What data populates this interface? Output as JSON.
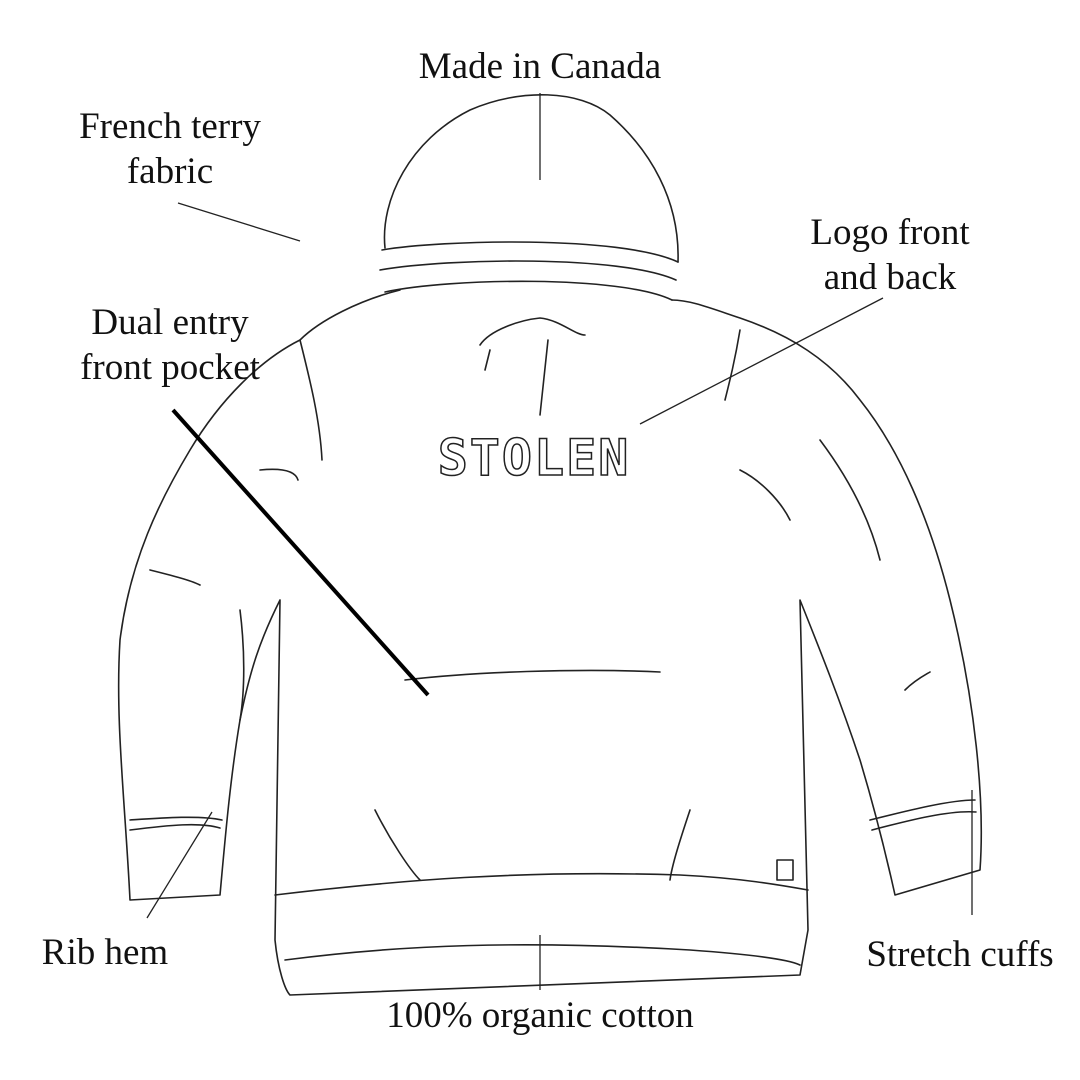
{
  "labels": {
    "made_in": "Made in Canada",
    "fabric_line1": "French terry",
    "fabric_line2": "fabric",
    "logo_line1": "Logo front",
    "logo_line2": "and back",
    "pocket_line1": "Dual entry",
    "pocket_line2": "front pocket",
    "hem": "Rib hem",
    "cuffs": "Stretch cuffs",
    "material": "100% organic cotton"
  },
  "garment": {
    "chest_logo": "STOLEN",
    "line_color": "#222222"
  }
}
